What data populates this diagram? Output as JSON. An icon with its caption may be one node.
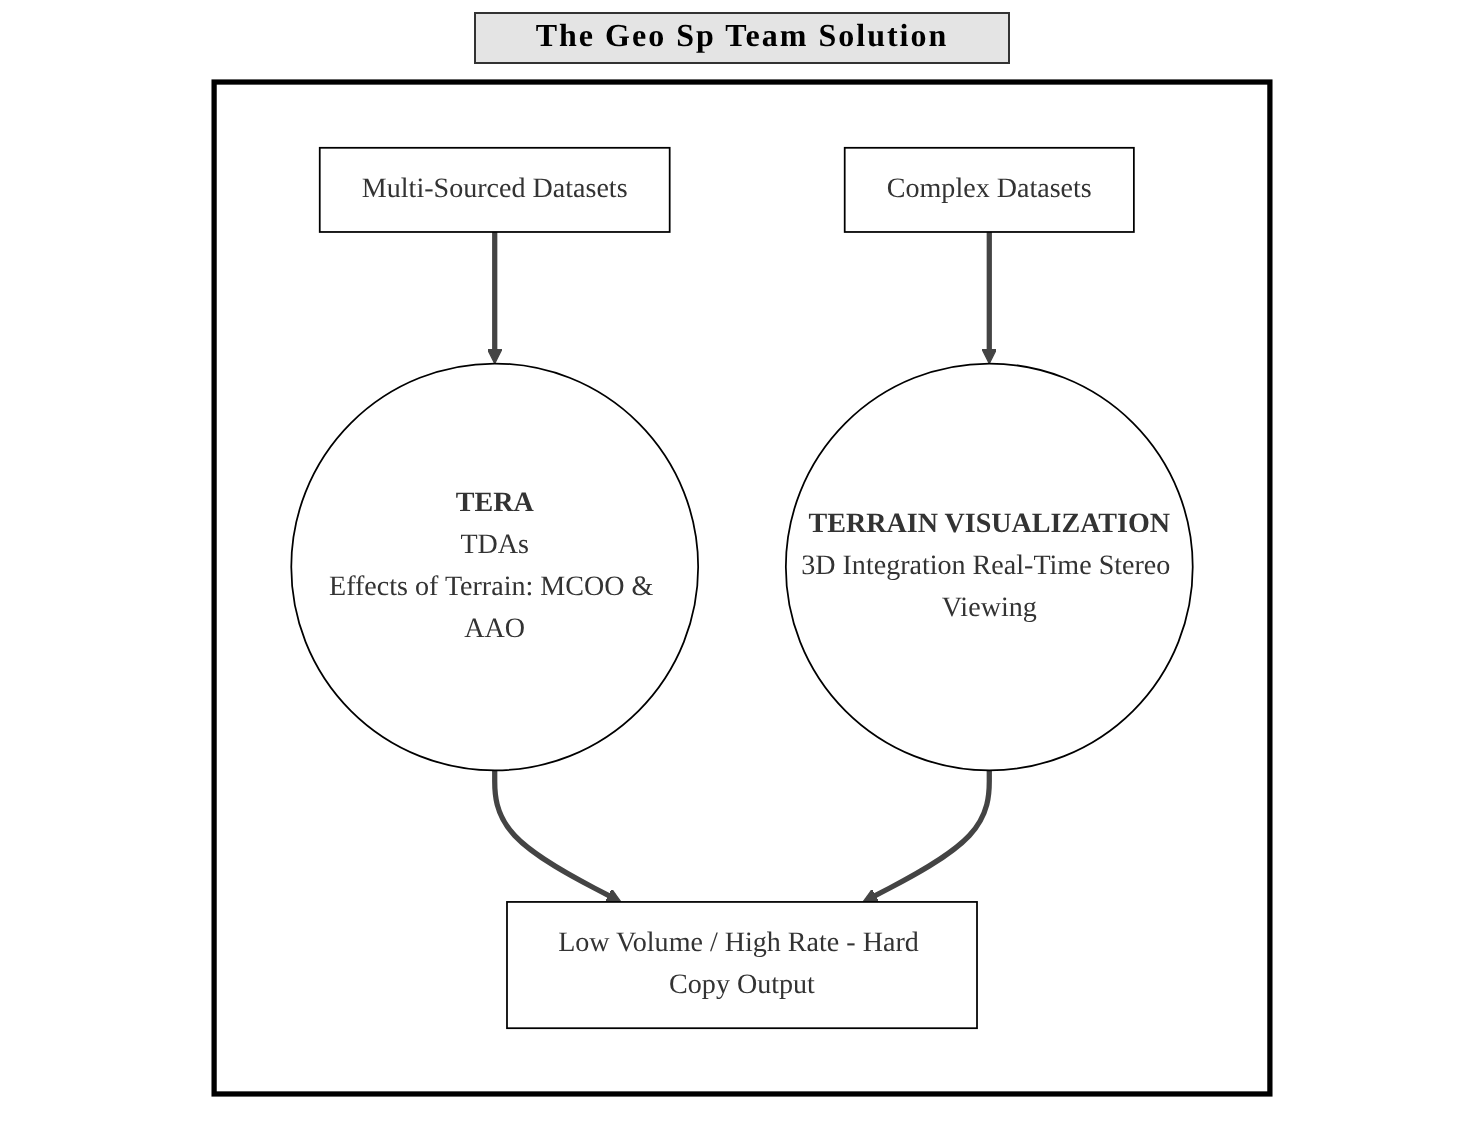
{
  "diagram": {
    "title": "The Geo Sp Team Solution",
    "nodes": [
      {
        "text": [],
        "shape": "box"
      },
      {
        "text": [
          "Multi-Sourced Datasets"
        ],
        "in": 0
      },
      {
        "text": [
          "Complex Datasets"
        ],
        "in": 0
      },
      {
        "text": [
          "TERA",
          "TDAs",
          "Effects of Terrain: MCOO & AAO"
        ],
        "in": 0
      },
      {
        "text": [
          "TERRAIN VISUALIZATION",
          "3D Integration Real-Time Stereo Viewing"
        ],
        "in": 0
      },
      {
        "text": [
          "Low Volume / High Rate - Hard Copy Output"
        ],
        "in": 0
      }
    ],
    "edges": [
      {
        "from": 1,
        "to": 3,
        "arrow": "to"
      },
      {
        "from": 2,
        "to": 4,
        "arrow": "to"
      },
      {
        "from": 3,
        "to": 5,
        "arrow": "to"
      },
      {
        "from": 4,
        "to": 5,
        "arrow": "to"
      }
    ]
  }
}
